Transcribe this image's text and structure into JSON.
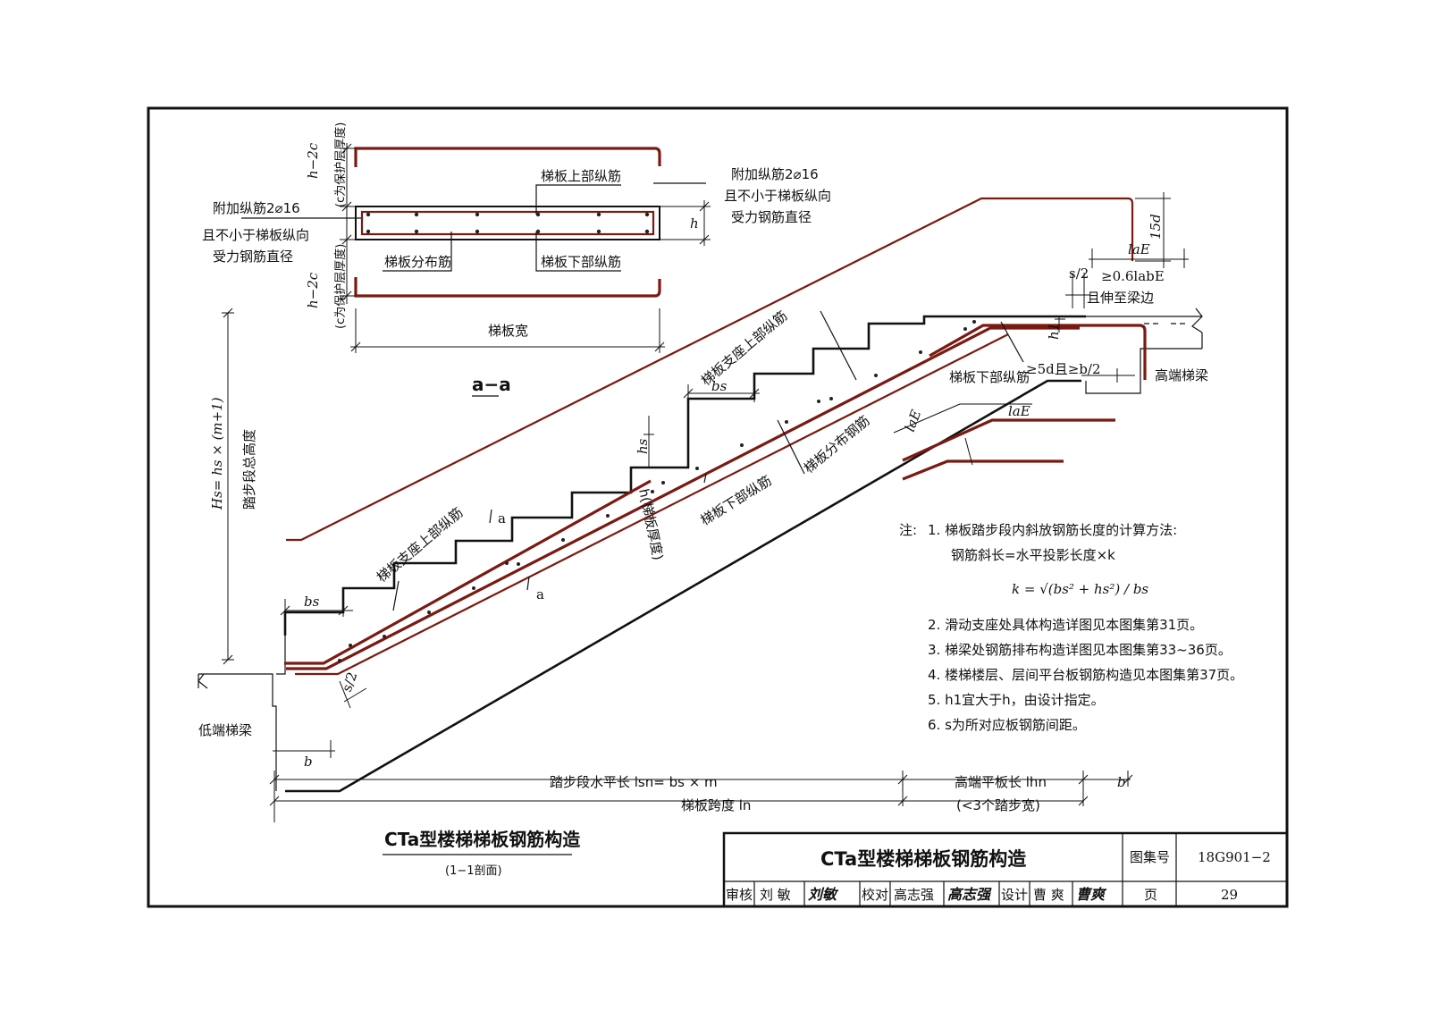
{
  "section_aa": {
    "top_cover": "h−2c",
    "top_cover_note": "(c为保护层厚度)",
    "bottom_cover": "h−2c",
    "bottom_cover_note": "(c为保护层厚度)",
    "upper_longitudinal": "梯板上部纵筋",
    "distribution": "梯板分布筋",
    "lower_longitudinal": "梯板下部纵筋",
    "left_extra_1": "附加纵筋2⌀16",
    "left_extra_2": "且不小于梯板纵向",
    "left_extra_3": "受力钢筋直径",
    "right_extra_1": "附加纵筋2⌀16",
    "right_extra_2": "且不小于梯板纵向",
    "right_extra_3": "受力钢筋直径",
    "thickness": "h",
    "width": "梯板宽",
    "title": "a−a"
  },
  "elevation": {
    "height_formula": "Hs= hs × (m+1)",
    "height_note": "踏步段总高度",
    "bs_low": "bs",
    "bs_mid": "bs",
    "hs": "hs",
    "support_top_low": "梯板支座上部纵筋",
    "support_top_high": "梯板支座上部纵筋",
    "cut_a_upper": "a",
    "cut_a_lower": "a",
    "slab_thickness": "h(梯板厚度)",
    "lower_bars": "梯板下部纵筋",
    "dist_bars": "梯板分布钢筋",
    "lae_left": "laE",
    "lae_right": "laE",
    "lae_top": "laE",
    "fifteen_d": "15d",
    "s2_top": "s/2",
    "anchor_06": "≥0.6labE",
    "extend_to_beam": "且伸至梁边",
    "h1": "h1",
    "lower_bars_right": "梯板下部纵筋",
    "five_d": "≥5d且≥b/2",
    "high_beam": "高端梯梁",
    "low_beam": "低端梯梁",
    "s2_low": "s/2",
    "b_low": "b",
    "b_high": "b",
    "step_length": "踏步段水平长  lsn= bs × m",
    "high_flat": "高端平板长  lhn",
    "high_flat_note": "(<3个踏步宽)",
    "span": "梯板跨度 ln"
  },
  "notes": {
    "prefix": "注:",
    "n1": "1.  梯板踏步段内斜放钢筋长度的计算方法:",
    "n1b": "钢筋斜长=水平投影长度×k",
    "k_formula": "k = √(bs² + hs²) / bs",
    "n2": "2.  滑动支座处具体构造详图见本图集第31页。",
    "n3": "3.  梯梁处钢筋排布构造详图见本图集第33~36页。",
    "n4": "4.  楼梯楼层、层间平台板钢筋构造见本图集第37页。",
    "n5": "5.  h1宜大于h，由设计指定。",
    "n6": "6.  s为所对应板钢筋间距。"
  },
  "figure_caption": {
    "title": "CTa型楼梯梯板钢筋构造",
    "subtitle": "(1−1剖面)"
  },
  "title_block": {
    "drawing_title": "CTa型楼梯梯板钢筋构造",
    "atlas_label": "图集号",
    "atlas_number": "18G901−2",
    "review_label": "审核",
    "reviewer": "刘  敏",
    "reviewer_sig": "刘敏",
    "check_label": "校对",
    "checker": "高志强",
    "checker_sig": "高志强",
    "design_label": "设计",
    "designer": "曹  爽",
    "designer_sig": "曹爽",
    "page_label": "页",
    "page_number": "29"
  }
}
